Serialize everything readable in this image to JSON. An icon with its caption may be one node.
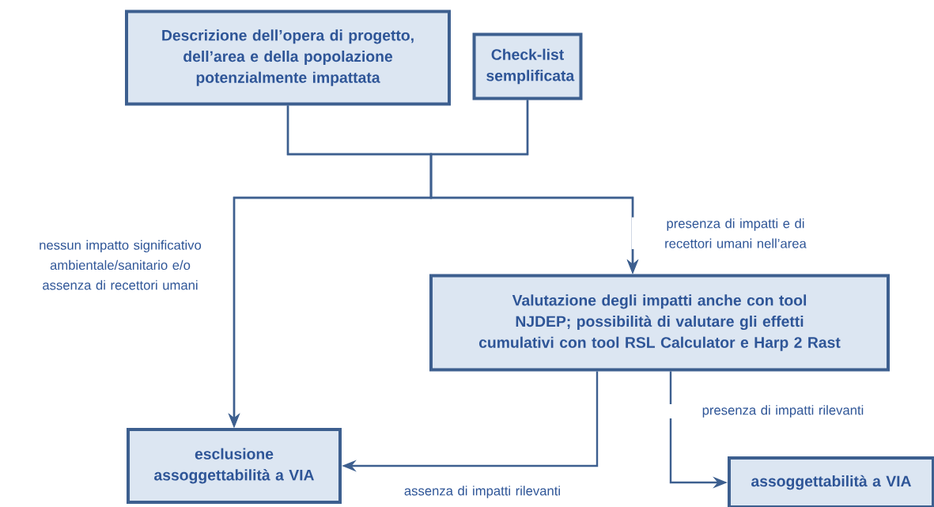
{
  "diagram": {
    "nodes": [
      {
        "text": [
          "Descrizione dell’opera di progetto, dell’area e della popolazione potenzialmente impattata"
        ]
      },
      {
        "text": [
          "Check-list semplificata"
        ]
      },
      {
        "text": [
          "Valutazione degli impatti anche con tool NJDEP; possibilità di valutare gli effetti cumulativi con tool RSL Calculator e Harp 2 Rast"
        ]
      },
      {
        "text": [
          "esclusione assoggettabilità a VIA"
        ]
      },
      {
        "text": [
          "assoggettabilità a VIA"
        ]
      }
    ],
    "edges": [
      {
        "from": 0,
        "to": 3,
        "arrow": "to",
        "label": "nessun impatto significativo ambientale/sanitario e/o assenza di recettori umani"
      },
      {
        "from": 1,
        "to": 3,
        "arrow": "to"
      },
      {
        "from": 0,
        "to": 2,
        "arrow": "to",
        "label": "presenza di impatti e di recettori umani nell’area"
      },
      {
        "from": 1,
        "to": 2,
        "arrow": "to"
      },
      {
        "from": 2,
        "to": 3,
        "arrow": "to",
        "label": "assenza di impatti rilevanti"
      },
      {
        "from": 2,
        "to": 4,
        "arrow": "to",
        "label": "presenza di impatti rilevanti"
      }
    ]
  }
}
